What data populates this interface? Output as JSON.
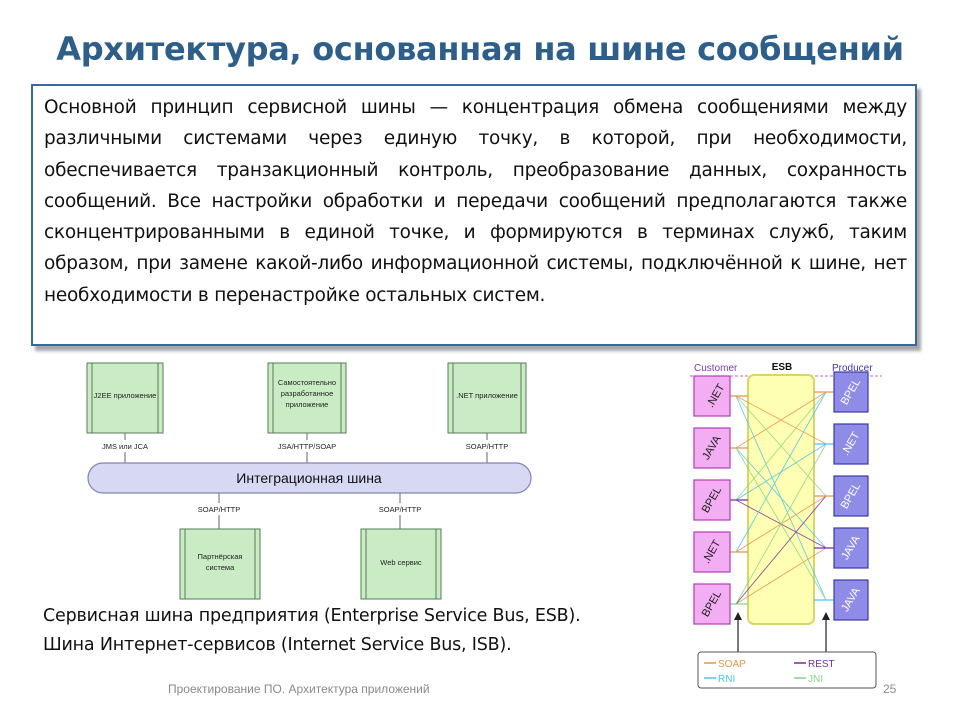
{
  "slide": {
    "title": "Архитектура, основанная на шине сообщений",
    "body_text": "Основной принцип сервисной шины — концентрация обмена сообщениями между различными системами через единую точку, в которой, при необходимости, обеспечивается транзакционный контроль, преобразование данных, сохранность сообщений. Все настройки обработки и передачи сообщений предполагаются также сконцентрированными в единой точке, и формируются в терминах служб, таким образом, при замене какой-либо информационной системы, подключённой к шине, нет необходимости в перенастройке остальных систем.",
    "caption_line1": "Сервисная шина предприятия (Enterprise Service Bus, ESB).",
    "caption_line2": "Шина Интернет-сервисов (Internet Service Bus, ISB).",
    "footer": "Проектирование ПО. Архитектура приложений",
    "page_number": "25"
  },
  "bus_diagram": {
    "bus_label": "Интеграционная шина",
    "top_systems": [
      {
        "lines": [
          "J2EE приложение"
        ],
        "protocol": "JMS или JCA"
      },
      {
        "lines": [
          "Самостоятельно",
          "разработанное",
          "приложение"
        ],
        "protocol": "JSA/HTTP/SOAP"
      },
      {
        "lines": [
          ".NET приложение"
        ],
        "protocol": "SOAP/HTTP"
      }
    ],
    "bottom_systems": [
      {
        "lines": [
          "Партнёрская",
          "система"
        ],
        "protocol": "SOAP/HTTP"
      },
      {
        "lines": [
          "Web сервис"
        ],
        "protocol": "SOAP/HTTP"
      }
    ],
    "colors": {
      "box_fill": "#c9ecc4",
      "box_stroke": "#5a7a5a",
      "bus_fill": "#d6d8f4",
      "bus_stroke": "#7f84b6"
    }
  },
  "esb_diagram": {
    "header_left": "Customer",
    "header_center": "ESB",
    "header_right": "Producer",
    "customers": [
      ".NET",
      "JAVA",
      "BPEL",
      ".NET",
      "BPEL"
    ],
    "producers": [
      "BPEL",
      ".NET",
      "BPEL",
      "JAVA",
      "JAVA"
    ],
    "legend": [
      {
        "label": "SOAP",
        "color": "#e8944a"
      },
      {
        "label": "REST",
        "color": "#7a2d9a"
      },
      {
        "label": "RNI",
        "color": "#4fc3e6"
      },
      {
        "label": "JNI",
        "color": "#86d686"
      }
    ],
    "colors": {
      "customer_fill": "#f3aef3",
      "customer_stroke": "#b53ab5",
      "producer_fill": "#8f8ce8",
      "producer_stroke": "#3b3aa8",
      "esb_fill": "#ffffb3",
      "esb_stroke": "#d6d66a"
    }
  }
}
